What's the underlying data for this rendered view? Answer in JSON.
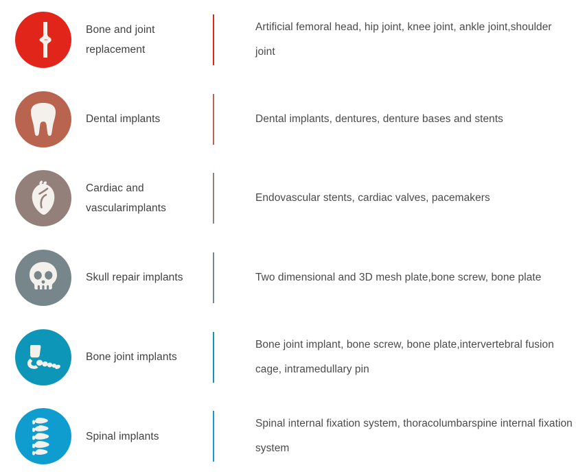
{
  "rows": [
    {
      "icon_name": "bone-joint-icon",
      "icon_color": "#e1251b",
      "divider_color": "#e1251b",
      "label": "Bone and joint replacement",
      "description": "Artificial femoral head, hip joint, knee joint, ankle joint,shoulder joint"
    },
    {
      "icon_name": "tooth-icon",
      "icon_color": "#b9644f",
      "divider_color": "#b9644f",
      "label": "Dental implants",
      "description": "Dental implants, dentures, denture bases and stents"
    },
    {
      "icon_name": "heart-icon",
      "icon_color": "#93807b",
      "divider_color": "#93807b",
      "label": "Cardiac and vascularimplants",
      "description": "Endovascular stents, cardiac valves, pacemakers"
    },
    {
      "icon_name": "skull-icon",
      "icon_color": "#76868a",
      "divider_color": "#76868a",
      "label": "Skull repair implants",
      "description": "Two dimensional and 3D mesh plate,bone screw, bone plate"
    },
    {
      "icon_name": "foot-bone-icon",
      "icon_color": "#0e96b8",
      "divider_color": "#0e96b8",
      "label": "Bone joint implants",
      "description": "Bone joint implant, bone screw, bone plate,intervertebral fusion cage, intramedullary pin"
    },
    {
      "icon_name": "spine-icon",
      "icon_color": "#0f9dd0",
      "divider_color": "#0f9dd0",
      "label": "Spinal implants",
      "description": "Spinal internal fixation system, thoracolumbarspine internal fixation system"
    }
  ],
  "icon_glyph_color": "#f4f1ec"
}
